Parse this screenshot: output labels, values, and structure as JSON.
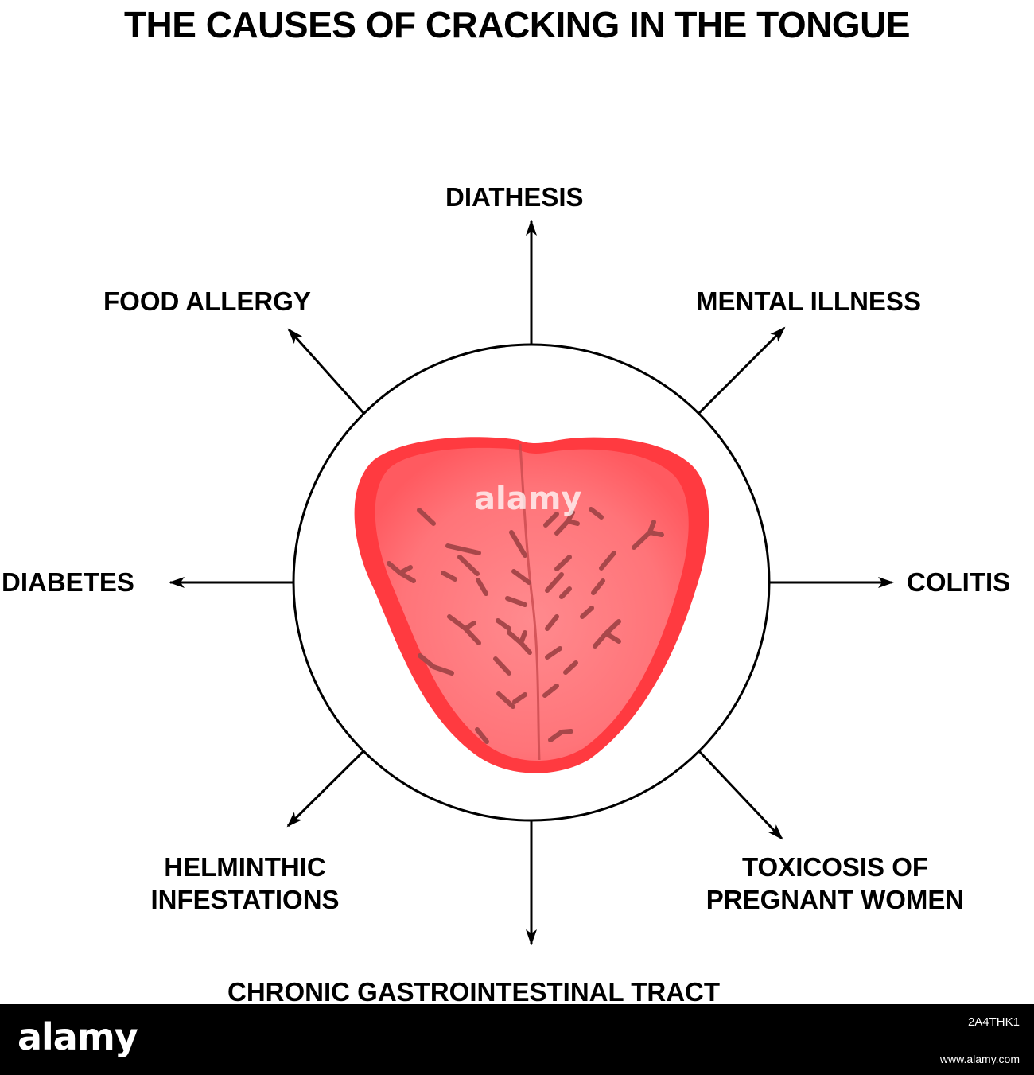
{
  "title": "THE CAUSES OF CRACKING IN THE TONGUE",
  "causes": {
    "diathesis": "DIATHESIS",
    "food_allergy": "FOOD ALLERGY",
    "mental_illness": "MENTAL ILLNESS",
    "diabetes": "DIABETES",
    "colitis": "COLITIS",
    "helminthic": [
      "HELMINTHIC",
      "INFESTATIONS"
    ],
    "toxicosis": [
      "TOXICOSIS OF",
      "PREGNANT WOMEN"
    ],
    "chronic_gi": "CHRONIC GASTROINTESTINAL TRACT"
  },
  "watermark": {
    "logo": "alamy",
    "image_id": "2A4THK1",
    "site": "www.alamy.com"
  },
  "colors": {
    "tongue_fill": "#ff6b70",
    "tongue_edge": "#ff3a40",
    "cracks": "#a8474a",
    "lines": "#000000"
  }
}
